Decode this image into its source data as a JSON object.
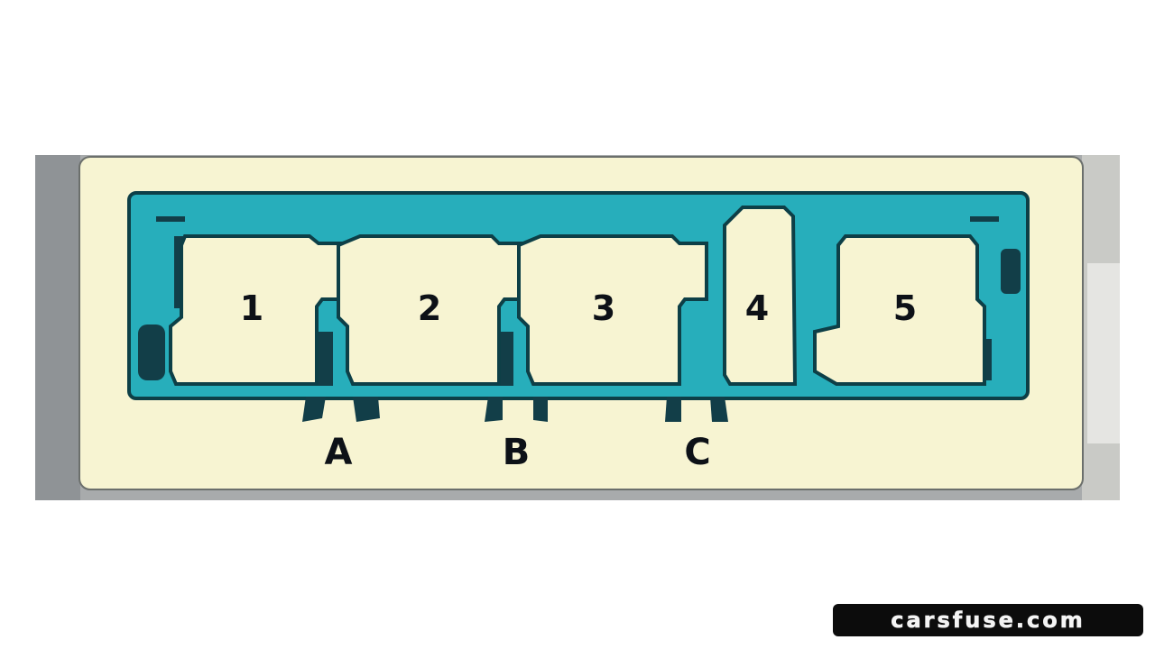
{
  "diagram": {
    "relays": [
      {
        "label": "1"
      },
      {
        "label": "2"
      },
      {
        "label": "3"
      },
      {
        "label": "4"
      },
      {
        "label": "5"
      }
    ],
    "terminals": [
      {
        "label": "A"
      },
      {
        "label": "B"
      },
      {
        "label": "C"
      }
    ],
    "colors": {
      "panel": "#f7f4d2",
      "holder": "#27aebb",
      "holder_edge": "#0d3f47",
      "slot_fill": "#f7f4d2",
      "backdrop": "#9ea3a7"
    }
  },
  "watermark": {
    "text": "carsfuse.com"
  }
}
